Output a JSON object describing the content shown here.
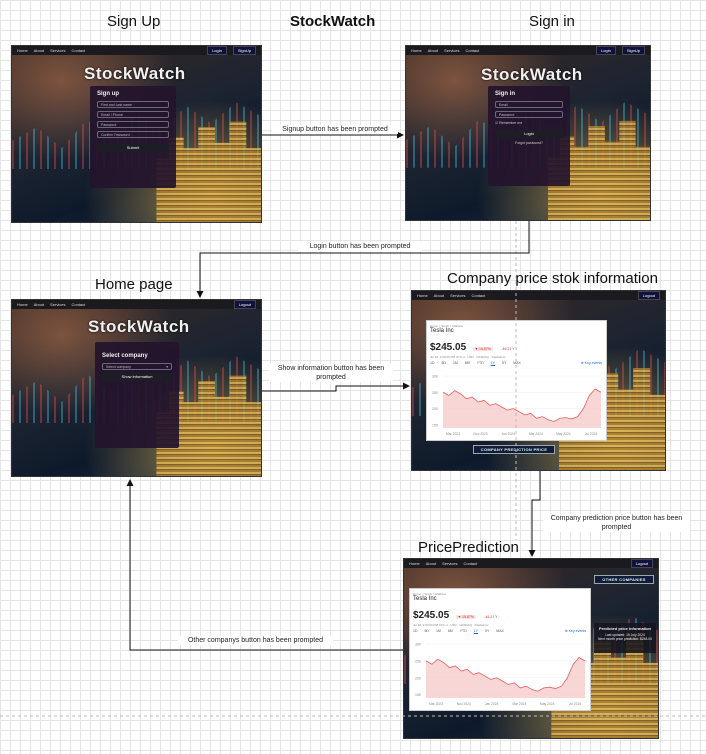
{
  "diagram": {
    "title": "StockWatch",
    "screens": {
      "signup": {
        "label": "Sign Up",
        "nav": [
          "Home",
          "About",
          "Services",
          "Contact"
        ],
        "nav_buttons": [
          "Login",
          "SignUp"
        ],
        "brand": "StockWatch",
        "form_title": "Sign up",
        "fields": [
          "First and Last name",
          "Email / Phone",
          "Password",
          "Confirm Password"
        ],
        "submit": "Submit"
      },
      "signin": {
        "label": "Sign in",
        "nav": [
          "Home",
          "About",
          "Services",
          "Contact"
        ],
        "nav_buttons": [
          "Login",
          "SignUp"
        ],
        "brand": "StockWatch",
        "form_title": "Sign in",
        "fields": [
          "Email",
          "Password"
        ],
        "remember": "Remember me",
        "submit": "Login",
        "forgot": "Forgot password?"
      },
      "home": {
        "label": "Home page",
        "nav": [
          "Home",
          "About",
          "Services",
          "Contact"
        ],
        "nav_buttons": [
          "Logout"
        ],
        "brand": "StockWatch",
        "form_title": "Select company",
        "select_placeholder": "Select company",
        "submit": "Show information"
      },
      "company": {
        "label": "Company price stok information",
        "nav": [
          "Home",
          "About",
          "Services",
          "Contact"
        ],
        "nav_buttons": [
          "Logout"
        ],
        "breadcrumb": "Home > Stock > Markets",
        "company": "Tesla Inc",
        "price": "$245.05",
        "change_pct": "▼ 15.87%",
        "change_abs": "-46.21 Y",
        "subline": "Jul 18, 2:00:00 PM UTC-4 · USD · NASDAQ · Disclaimer",
        "ranges": [
          "1D",
          "5D",
          "1M",
          "6M",
          "YTD",
          "1Y",
          "5Y",
          "MAX"
        ],
        "active_range": "1Y",
        "key_events": "Key events",
        "y_ticks": [
          "300",
          "250",
          "200",
          "150"
        ],
        "x_ticks": [
          "Mar 2023",
          "Nov 2023",
          "Jan 2024",
          "Mar 2024",
          "May 2024",
          "Jul 2024"
        ],
        "prediction_button": "COMPANY PREDICTION PRICE",
        "chart_colors": {
          "line": "#e06060",
          "fill": "#f6c4c4"
        }
      },
      "prediction": {
        "label": "PricePrediction",
        "nav": [
          "Home",
          "About",
          "Services",
          "Contact"
        ],
        "nav_buttons": [
          "Logout"
        ],
        "breadcrumb": "Home > Stock > Markets",
        "company": "Tesla Inc",
        "price": "$245.05",
        "change_pct": "▼ 15.87%",
        "change_abs": "-46.21 Y",
        "subline": "Jul 18, 2:00:00 PM UTC-4 · USD · NASDAQ · Disclaimer",
        "ranges": [
          "1D",
          "5D",
          "1M",
          "6M",
          "YTD",
          "1Y",
          "5Y",
          "MAX"
        ],
        "active_range": "1Y",
        "key_events": "Key events",
        "y_ticks": [
          "300",
          "250",
          "200",
          "150"
        ],
        "x_ticks": [
          "Mar 2023",
          "Nov 2023",
          "Jan 2024",
          "Mar 2024",
          "May 2024",
          "Jul 2024"
        ],
        "other_button": "OTHER COMPANIES",
        "info_title": "Predicted price information",
        "info_line1": "Last updated: 19 July 2024",
        "info_line2": "Next month price prediction: $248.00"
      }
    },
    "edges": {
      "signup_to_signin": "Signup button has been prompted",
      "signin_to_home": "Login button has been prompted",
      "home_to_company": "Show information button has been prompted",
      "company_to_prediction": "Company prediction price button has been prompted",
      "prediction_to_home": "Other companys button has been prompted"
    },
    "chart_series": {
      "price": [
        250,
        240,
        255,
        245,
        230,
        235,
        220,
        225,
        210,
        215,
        205,
        195,
        200,
        190,
        180,
        185,
        170,
        175,
        165,
        160,
        170,
        172,
        168,
        175,
        200,
        240,
        260,
        250
      ]
    }
  }
}
